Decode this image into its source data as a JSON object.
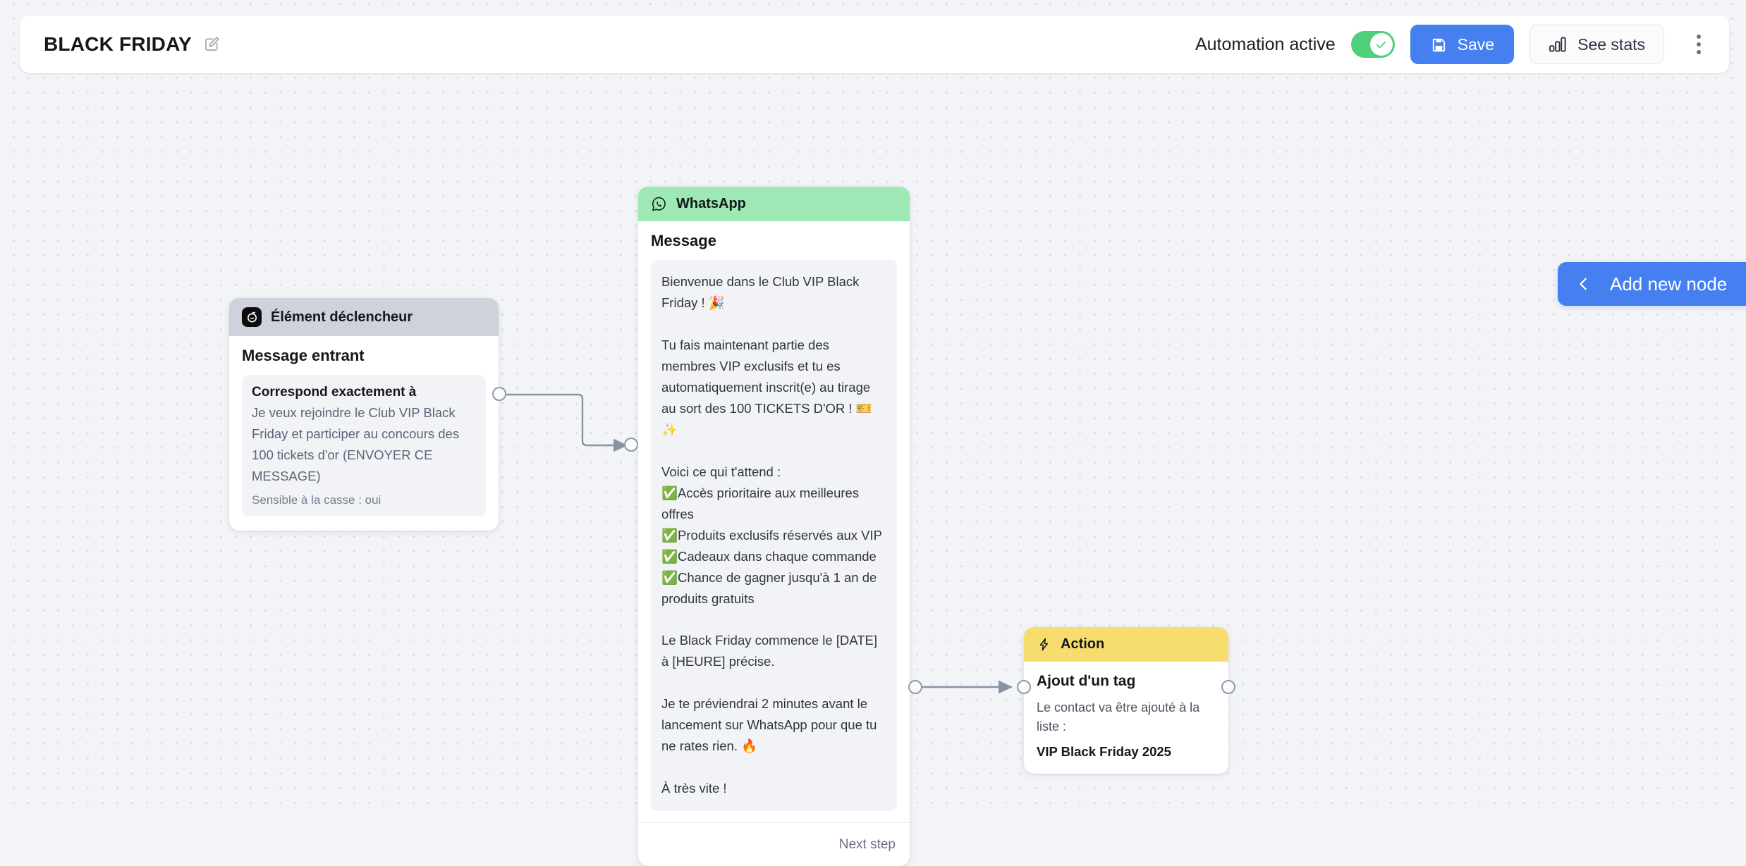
{
  "header": {
    "title": "BLACK FRIDAY",
    "edit_icon": "pencil-square-icon",
    "automation_label": "Automation active",
    "toggle_state": "on",
    "save_label": "Save",
    "save_icon": "floppy-disk-icon",
    "stats_label": "See stats",
    "stats_icon": "bar-chart-icon",
    "kebab_icon": "more-vertical-icon",
    "accent_color": "#4680f0",
    "toggle_color": "#4ed07a"
  },
  "canvas": {
    "add_node_label": "Add new node",
    "add_node_icon": "chevron-left-icon"
  },
  "nodes": {
    "trigger": {
      "header_label": "Élément déclencheur",
      "header_icon": "trigger-app-icon",
      "header_color": "#ced2db",
      "heading": "Message entrant",
      "condition_title": "Correspond exactement à",
      "condition_text": "Je veux rejoindre le Club VIP Black Friday et participer au concours des 100 tickets d'or (ENVOYER CE MESSAGE)",
      "condition_sub": "Sensible à la casse : oui"
    },
    "whatsapp": {
      "header_label": "WhatsApp",
      "header_icon": "whatsapp-icon",
      "header_color": "#9de8b4",
      "heading": "Message",
      "message": "Bienvenue dans le Club VIP Black Friday ! 🎉\n\nTu fais maintenant partie des membres VIP exclusifs et tu es automatiquement inscrit(e) au tirage au sort des 100 TICKETS D'OR ! 🎫✨\n\nVoici ce qui t'attend :\n✅Accès prioritaire aux meilleures offres\n✅Produits exclusifs réservés aux VIP\n✅Cadeaux dans chaque commande\n✅Chance de gagner jusqu'à 1 an de produits gratuits\n\nLe Black Friday commence le [DATE] à [HEURE] précise.\n\nJe te préviendrai 2 minutes avant le lancement sur WhatsApp pour que tu ne rates rien. 🔥\n\nÀ très vite !",
      "next_step_label": "Next step"
    },
    "action": {
      "header_label": "Action",
      "header_icon": "lightning-bolt-icon",
      "header_color": "#f7dd6d",
      "title": "Ajout d'un tag",
      "description": "Le contact va être ajouté à la liste :",
      "value": "VIP Black Friday 2025"
    }
  }
}
